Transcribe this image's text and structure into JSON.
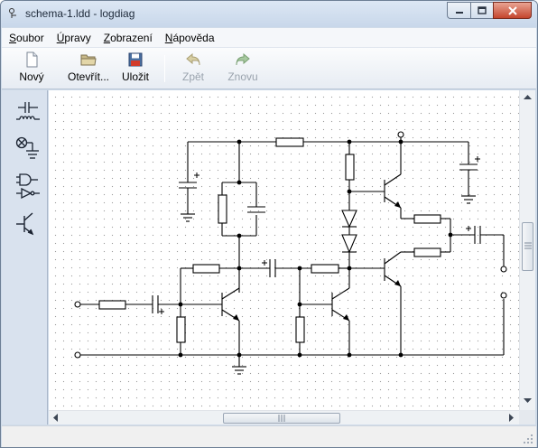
{
  "window": {
    "title": "schema-1.ldd - logdiag"
  },
  "menu": {
    "items": [
      {
        "access_key": "S",
        "rest": "oubor"
      },
      {
        "access_key": "Ú",
        "rest": "pravy"
      },
      {
        "access_key": "Z",
        "rest": "obrazení"
      },
      {
        "access_key": "N",
        "rest": "ápověda"
      }
    ]
  },
  "toolbar": {
    "new_label": "Nový",
    "open_label": "Otevřít...",
    "save_label": "Uložit",
    "undo_label": "Zpět",
    "redo_label": "Znovu"
  },
  "palette": {
    "items": [
      "capacitor-inductor-icon",
      "lamp-ground-icon",
      "logic-gates-icon",
      "transistor-icon"
    ]
  },
  "icons": {
    "new": "document-icon",
    "open": "folder-icon",
    "save": "floppy-icon",
    "undo": "undo-arrow-icon",
    "redo": "redo-arrow-icon"
  },
  "colors": {
    "window_frame": "#cfdbe9",
    "close_button": "#c4452d",
    "undo_redo_disabled": "#9aa3ad",
    "palette_bg": "#d9e2ee",
    "wire": "#000000"
  }
}
